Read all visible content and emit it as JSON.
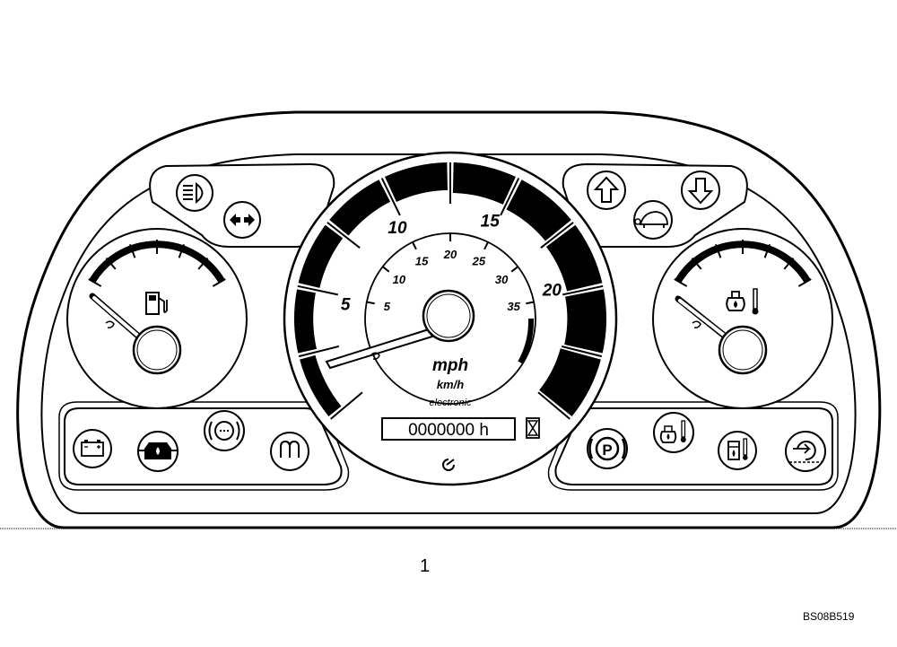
{
  "speedometer": {
    "outer_scale_labels": [
      "5",
      "10",
      "15",
      "20"
    ],
    "outer_scale_values": [
      5,
      10,
      15,
      20
    ],
    "inner_scale_labels": [
      "5",
      "10",
      "15",
      "20",
      "25",
      "30",
      "35"
    ],
    "inner_scale_values": [
      5,
      10,
      15,
      20,
      25,
      30,
      35
    ],
    "unit_primary": "mph",
    "unit_secondary": "km/h",
    "type_label": "electronic",
    "hour_meter": "0000000 h"
  },
  "callout_number": "1",
  "figure_reference": "BS08B519",
  "icons": {
    "left_top": [
      "headlight-high-beam-icon",
      "turn-signal-icon"
    ],
    "right_top": [
      "shift-up-arrow-icon",
      "tortoise-slow-speed-icon",
      "shift-down-arrow-icon"
    ],
    "left_bottom": [
      "battery-charge-icon",
      "engine-oil-pressure-icon",
      "brake-warning-icon",
      "glow-plug-icon"
    ],
    "right_bottom": [
      "parking-brake-icon",
      "engine-coolant-temperature-icon",
      "transmission-oil-temperature-icon",
      "transmission-filter-icon"
    ],
    "fuel_gauge": "fuel-pump-icon",
    "temp_gauge": "coolant-temperature-icon"
  }
}
